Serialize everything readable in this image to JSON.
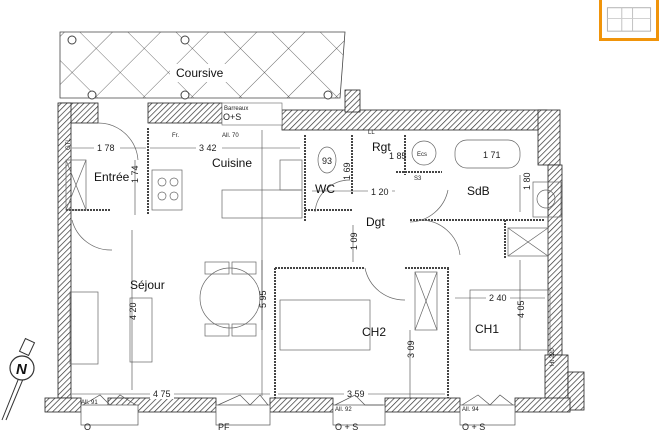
{
  "colors": {
    "accent": "#f0940a",
    "wall": "#333333",
    "line": "#555555"
  },
  "rooms": {
    "coursive": "Coursive",
    "entree": "Entrée",
    "cuisine": "Cuisine",
    "sejour": "Séjour",
    "wc": "WC",
    "rgt": "Rgt",
    "dgt": "Dgt",
    "sdb": "SdB",
    "ch2": "CH2",
    "ch1": "CH1"
  },
  "dimensions": {
    "entree_w": "1 78",
    "entree_h": "1 74",
    "cuisine_w": "3 42",
    "sejour_h": "4 20",
    "living_depth": "5 95",
    "sejour_w": "4 75",
    "wc_h": "1 69",
    "rgt_w": "1 85",
    "dgt_w": "1 20",
    "dgt_h": "1 09",
    "sdb_tub": "1 71",
    "sdb_h": "1 80",
    "ch2_w": "3 59",
    "ch2_h": "3 09",
    "ch1_w": "2 40",
    "ch1_h": "4 05"
  },
  "annotations": {
    "barreaux": "Barreaux",
    "top_window": "O+S",
    "all70": "All. 70",
    "fr": "Fr.",
    "ll": "LL",
    "wc_num": "93",
    "ecs": "Ecs",
    "s3": "S3",
    "gtl": "GTL",
    "ht220": "Ht 220",
    "all91": "All. 91",
    "all92": "All. 92",
    "all94": "All. 94",
    "win1": "O",
    "win2": "PF",
    "win3": "O + S",
    "win4": "O + S",
    "north": "N"
  }
}
